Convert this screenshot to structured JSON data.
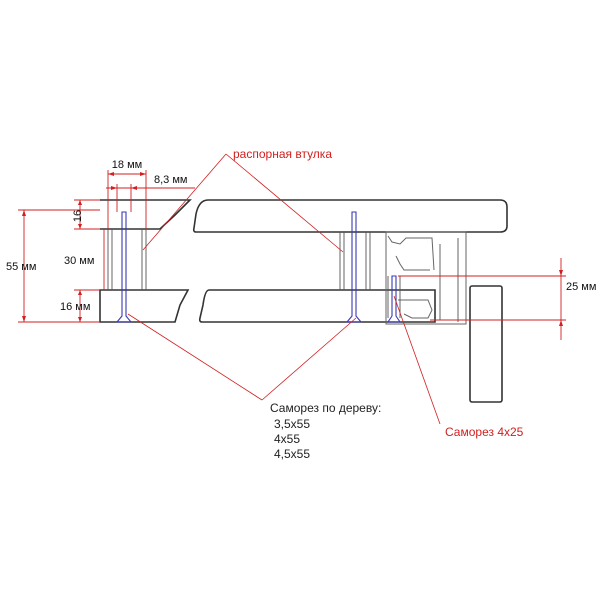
{
  "diagram": {
    "dimensions": {
      "width_18": "18 мм",
      "width_8_3": "8,3 мм",
      "height_16_top": "16",
      "height_30": "30 мм",
      "height_16_bottom": "16 мм",
      "height_55": "55 мм",
      "height_25": "25 мм"
    },
    "callouts": {
      "spacer": "распорная втулка",
      "wood_screw_title": "Саморез по дереву:",
      "wood_screw_sizes": [
        "3,5х55",
        "4х55",
        "4,5х55"
      ],
      "small_screw": "Саморез 4х25"
    },
    "colors": {
      "dimension_lines": "#d21f1f",
      "outline": "#333333",
      "screw": "#3a3ab8",
      "callout_text": "#d21f1f"
    }
  }
}
